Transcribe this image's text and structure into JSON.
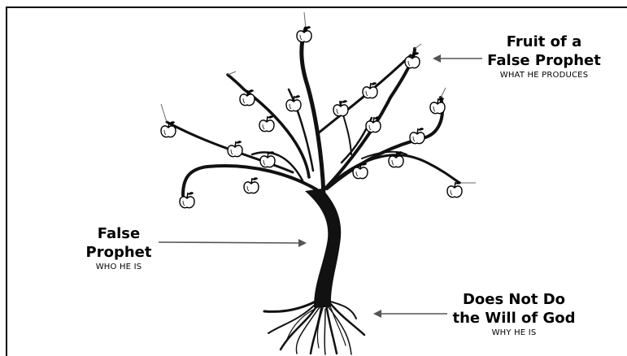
{
  "labels": {
    "fruit": {
      "title": "Fruit of a\nFalse Prophet",
      "subtitle": "WHAT HE PRODUCES"
    },
    "prophet": {
      "title": "False\nProphet",
      "subtitle": "WHO HE IS"
    },
    "will": {
      "title": "Does Not Do\nthe Will of God",
      "subtitle": "WHY HE IS"
    }
  },
  "colors": {
    "ink": "#000000",
    "arrow": "#555555",
    "background": "#ffffff"
  },
  "icons": {
    "fruit": "apple-icon",
    "arrow": "arrow-left-icon"
  }
}
